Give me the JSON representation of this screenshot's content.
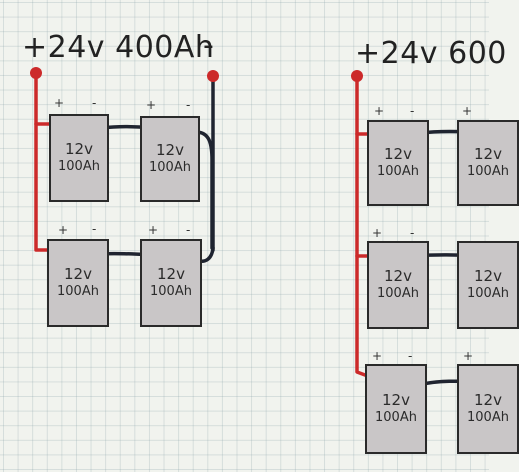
{
  "diagrams": [
    {
      "title": "+24v 400Ah",
      "negative_label": "-"
    },
    {
      "title": "+24v 600"
    }
  ],
  "battery": {
    "voltage": "12v",
    "capacity": "100Ah"
  },
  "terminals": {
    "positive": "+",
    "negative": "-"
  },
  "colors": {
    "positive_wire": "#cc2a2a",
    "negative_wire": "#1f2430",
    "battery_fill": "#c9c6c7",
    "grid_line": "#8ca5aa"
  }
}
